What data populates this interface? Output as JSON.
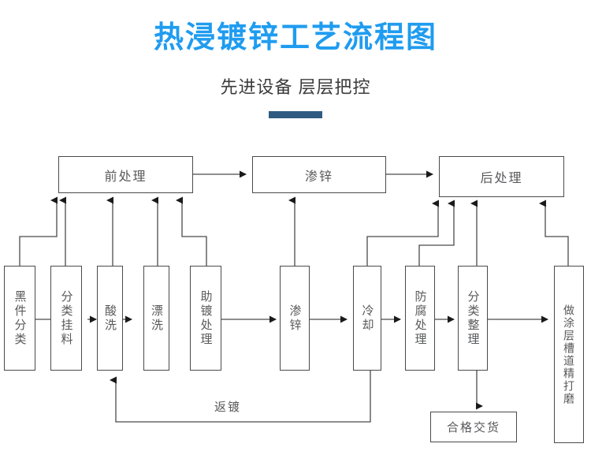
{
  "header": {
    "title": "热浸镀锌工艺流程图",
    "subtitle": "先进设备 层层把控",
    "title_color": "#1f9cf0",
    "subtitle_color": "#3c3c3c",
    "divider_color": "#2f5b80"
  },
  "diagram": {
    "line_color": "#4a4a4a",
    "box_text_color": "#58595b",
    "stage_boxes": [
      {
        "id": "pretreatment",
        "label": "前处理"
      },
      {
        "id": "galvanizing",
        "label": "渗锌"
      },
      {
        "id": "posttreatment",
        "label": "后处理"
      }
    ],
    "process_boxes": [
      {
        "id": "step-1",
        "label": "黑件分类"
      },
      {
        "id": "step-2",
        "label": "分类挂料"
      },
      {
        "id": "step-3",
        "label": "酸洗"
      },
      {
        "id": "step-4",
        "label": "漂洗"
      },
      {
        "id": "step-5",
        "label": "助镀处理"
      },
      {
        "id": "step-6",
        "label": "渗锌"
      },
      {
        "id": "step-7",
        "label": "冷却"
      },
      {
        "id": "step-8",
        "label": "防腐处理"
      },
      {
        "id": "step-9",
        "label": "分类整理"
      },
      {
        "id": "step-10",
        "label": "做涂层槽道精打磨"
      }
    ],
    "terminal_box": {
      "id": "delivery",
      "label": "合格交货"
    },
    "loop_label": "返镀"
  }
}
